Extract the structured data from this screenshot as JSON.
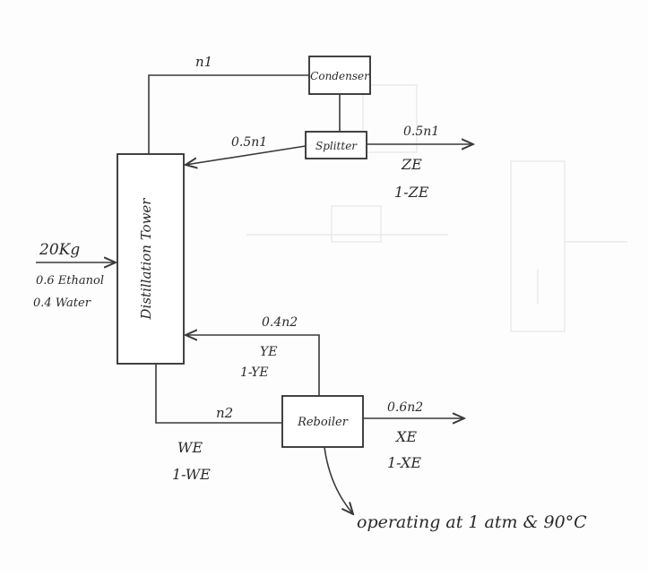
{
  "units": {
    "condenser": "Condenser",
    "splitter": "Splitter",
    "tower": "Distillation Tower",
    "reboiler": "Reboiler"
  },
  "streams": {
    "top_vapor": "n1",
    "reflux": "0.5n1",
    "distillate": "0.5n1",
    "distillate_comp1": "ZE",
    "distillate_comp2": "1-ZE",
    "bottoms_liquid": "n2",
    "bottoms_liquid_comp1": "WE",
    "bottoms_liquid_comp2": "1-WE",
    "boilup": "0.4n2",
    "boilup_comp1": "YE",
    "boilup_comp2": "1-YE",
    "bottoms_product": "0.6n2",
    "bottoms_product_comp1": "XE",
    "bottoms_product_comp2": "1-XE"
  },
  "feed": {
    "amount": "20Kg",
    "ethanol": "0.6 Ethanol",
    "water": "0.4 Water"
  },
  "note": "operating at 1 atm & 90°C"
}
